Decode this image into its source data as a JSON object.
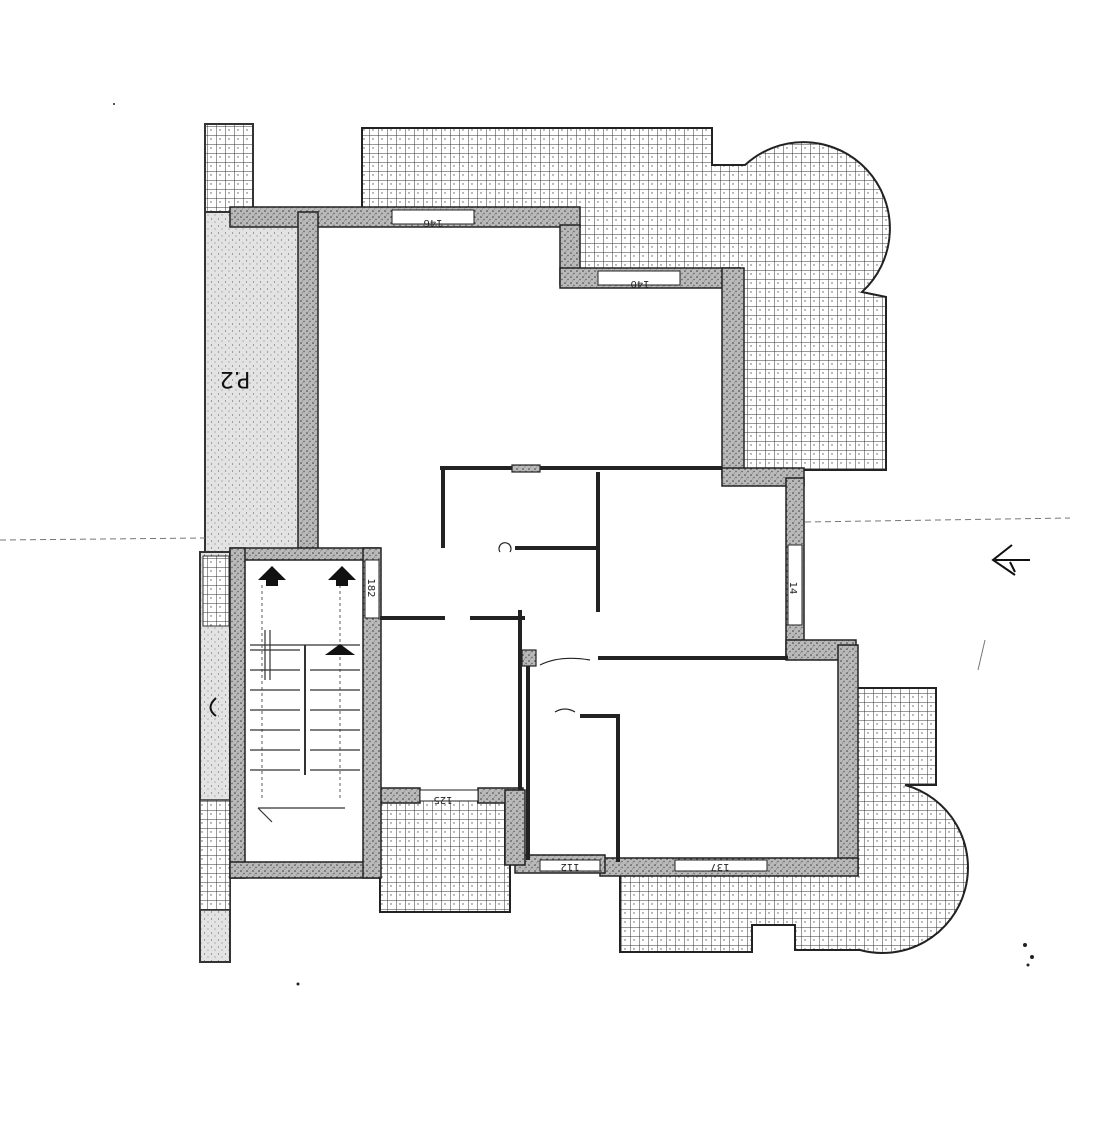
{
  "floor_plan": {
    "level_label": "P.2",
    "dimensions": {
      "top_window": "146",
      "upper_window": "140",
      "right_window": "14",
      "stair_window": "182",
      "lower_left_window": "125",
      "lower_mid_window": "112",
      "lower_right_window": "137"
    },
    "colors": {
      "wall": "#8a8a8a",
      "wall_edge": "#222222",
      "grid": "#333333",
      "paper": "#ffffff"
    },
    "icons": [
      "stair-arrow-icon",
      "compass-arrow-icon"
    ]
  }
}
